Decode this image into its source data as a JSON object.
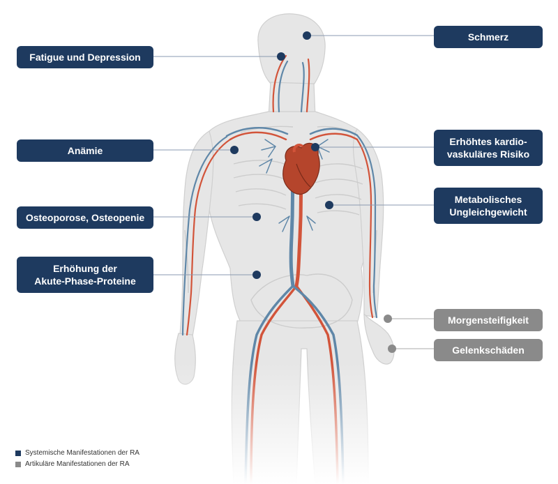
{
  "colors": {
    "systemic": "#1e3a5f",
    "articular": "#8a8a8a",
    "artery": "#d2543a",
    "vein": "#5f87a8",
    "body": "#e4e4e4",
    "heart": "#b5452c"
  },
  "labels": {
    "schmerz": "Schmerz",
    "fatigue": "Fatigue und Depression",
    "anaemie": "Anämie",
    "kardio": "Erhöhtes kardio-\nvaskuläres Risiko",
    "metabolisch": "Metabolisches\nUngleichgewicht",
    "osteoporose": "Osteoporose, Osteopenie",
    "akute_phase": "Erhöhung der\nAkute-Phase-Proteine",
    "morgensteifigkeit": "Morgensteifigkeit",
    "gelenkschaeden": "Gelenkschäden"
  },
  "legend": {
    "systemic": "Systemische Manifestationen der RA",
    "articular": "Artikuläre Manifestationen der RA"
  }
}
